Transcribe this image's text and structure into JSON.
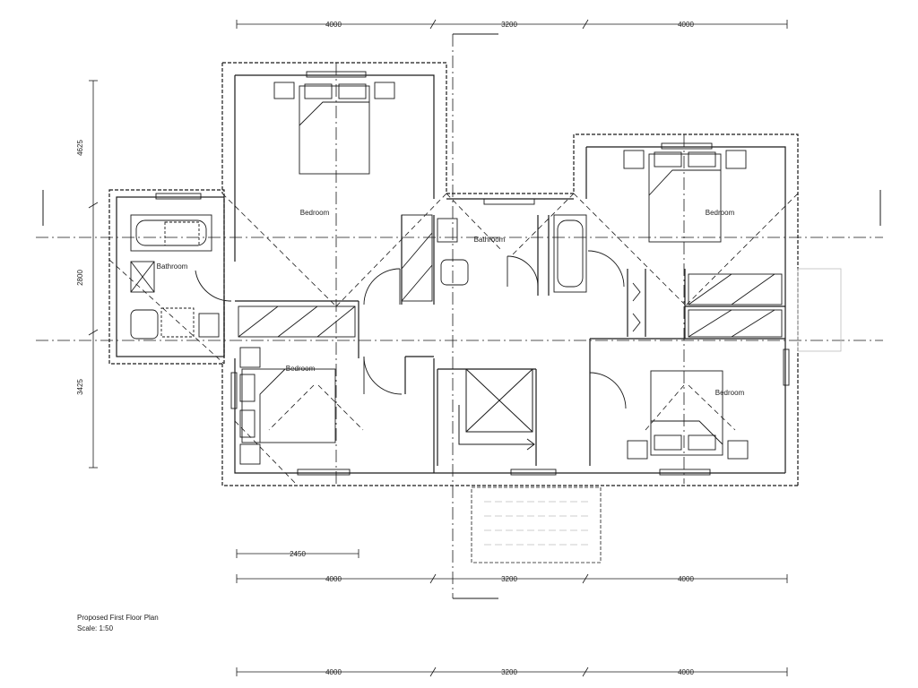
{
  "title": "Proposed First Floor Plan",
  "scale": "Scale: 1:50",
  "dimensions": {
    "top": [
      "4000",
      "3200",
      "4000"
    ],
    "bottom_a": [
      "4000",
      "3200",
      "4000"
    ],
    "bottom_b": [
      "4000",
      "3200",
      "4000"
    ],
    "inner": "2450",
    "left": [
      "4625",
      "2800",
      "3425"
    ]
  },
  "rooms": {
    "bedroom_1": "Bedroom",
    "bedroom_2": "Bedroom",
    "bedroom_3": "Bedroom",
    "bedroom_4": "Bedroom",
    "bathroom_1": "Bathroom",
    "bathroom_2": "Bathroom"
  },
  "colors": {
    "line": "#1a1a1a",
    "faint": "#bdbdbd"
  }
}
